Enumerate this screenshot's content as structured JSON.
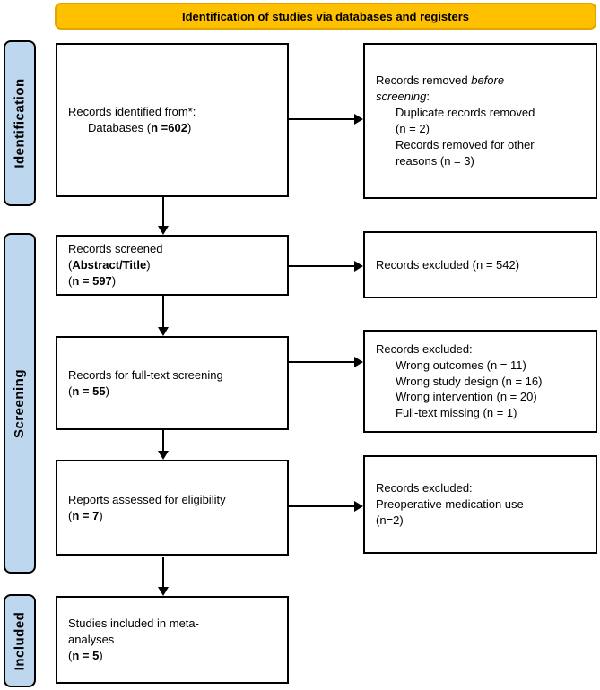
{
  "banner": {
    "label": "Identification of studies via databases and registers"
  },
  "stages": [
    {
      "label": "Identification"
    },
    {
      "label": "Screening"
    },
    {
      "label": "Included"
    }
  ],
  "colors": {
    "banner_fill": "#FFC000",
    "banner_border": "#E3A400",
    "stage_fill": "#BDD7EE",
    "box_border": "#000000",
    "arrow": "#000000"
  },
  "boxes": {
    "records_identified": {
      "lines": [
        {
          "indent": 0,
          "segments": [
            {
              "text": "Records identified from*:"
            }
          ]
        },
        {
          "indent": 1,
          "segments": [
            {
              "text": "Databases ("
            },
            {
              "text": "n =602",
              "bold": true
            },
            {
              "text": ")"
            }
          ]
        }
      ]
    },
    "records_removed": {
      "lines": [
        {
          "indent": 0,
          "segments": [
            {
              "text": "Records removed "
            },
            {
              "text": "before",
              "italic": true
            }
          ]
        },
        {
          "indent": 0,
          "segments": [
            {
              "text": "screening",
              "italic": true
            },
            {
              "text": ":"
            }
          ]
        },
        {
          "indent": 1,
          "segments": [
            {
              "text": "Duplicate records removed"
            }
          ]
        },
        {
          "indent": 1,
          "segments": [
            {
              "text": "(n = 2)"
            }
          ]
        },
        {
          "indent": 1,
          "segments": [
            {
              "text": "Records removed for other"
            }
          ]
        },
        {
          "indent": 1,
          "segments": [
            {
              "text": "reasons (n = 3)"
            }
          ]
        }
      ]
    },
    "records_screened": {
      "lines": [
        {
          "indent": 0,
          "segments": [
            {
              "text": "Records screened"
            }
          ]
        },
        {
          "indent": 0,
          "segments": [
            {
              "text": "("
            },
            {
              "text": "Abstract/Title",
              "bold": true
            },
            {
              "text": ")"
            }
          ]
        },
        {
          "indent": 0,
          "segments": [
            {
              "text": "("
            },
            {
              "text": "n = 597",
              "bold": true
            },
            {
              "text": ")"
            }
          ]
        }
      ]
    },
    "records_excluded_screening": {
      "lines": [
        {
          "indent": 0,
          "segments": [
            {
              "text": "Records excluded (n = 542)"
            }
          ]
        }
      ]
    },
    "records_fulltext": {
      "lines": [
        {
          "indent": 0,
          "segments": [
            {
              "text": "Records for full-text screening"
            }
          ]
        },
        {
          "indent": 0,
          "segments": [
            {
              "text": "("
            },
            {
              "text": "n = 55",
              "bold": true
            },
            {
              "text": ")"
            }
          ]
        }
      ]
    },
    "records_excluded_fulltext": {
      "lines": [
        {
          "indent": 0,
          "segments": [
            {
              "text": "Records excluded:"
            }
          ]
        },
        {
          "indent": 1,
          "segments": [
            {
              "text": "Wrong outcomes (n = 11)"
            }
          ]
        },
        {
          "indent": 1,
          "segments": [
            {
              "text": "Wrong study design (n = 16)"
            }
          ]
        },
        {
          "indent": 1,
          "segments": [
            {
              "text": "Wrong intervention (n = 20)"
            }
          ]
        },
        {
          "indent": 1,
          "segments": [
            {
              "text": "Full-text missing (n = 1)"
            }
          ]
        }
      ]
    },
    "reports_assessed": {
      "lines": [
        {
          "indent": 0,
          "segments": [
            {
              "text": "Reports assessed for eligibility"
            }
          ]
        },
        {
          "indent": 0,
          "segments": [
            {
              "text": "("
            },
            {
              "text": "n = 7",
              "bold": true
            },
            {
              "text": ")"
            }
          ]
        }
      ]
    },
    "records_excluded_eligibility": {
      "lines": [
        {
          "indent": 0,
          "segments": [
            {
              "text": "Records excluded:"
            }
          ]
        },
        {
          "indent": 0,
          "segments": [
            {
              "text": "Preoperative medication use"
            }
          ]
        },
        {
          "indent": 0,
          "segments": [
            {
              "text": "(n=2)"
            }
          ]
        }
      ]
    },
    "studies_included": {
      "lines": [
        {
          "indent": 0,
          "segments": [
            {
              "text": "Studies included in meta-"
            }
          ]
        },
        {
          "indent": 0,
          "segments": [
            {
              "text": "analyses"
            }
          ]
        },
        {
          "indent": 0,
          "segments": [
            {
              "text": "("
            },
            {
              "text": "n = 5",
              "bold": true
            },
            {
              "text": ")"
            }
          ]
        }
      ]
    }
  }
}
